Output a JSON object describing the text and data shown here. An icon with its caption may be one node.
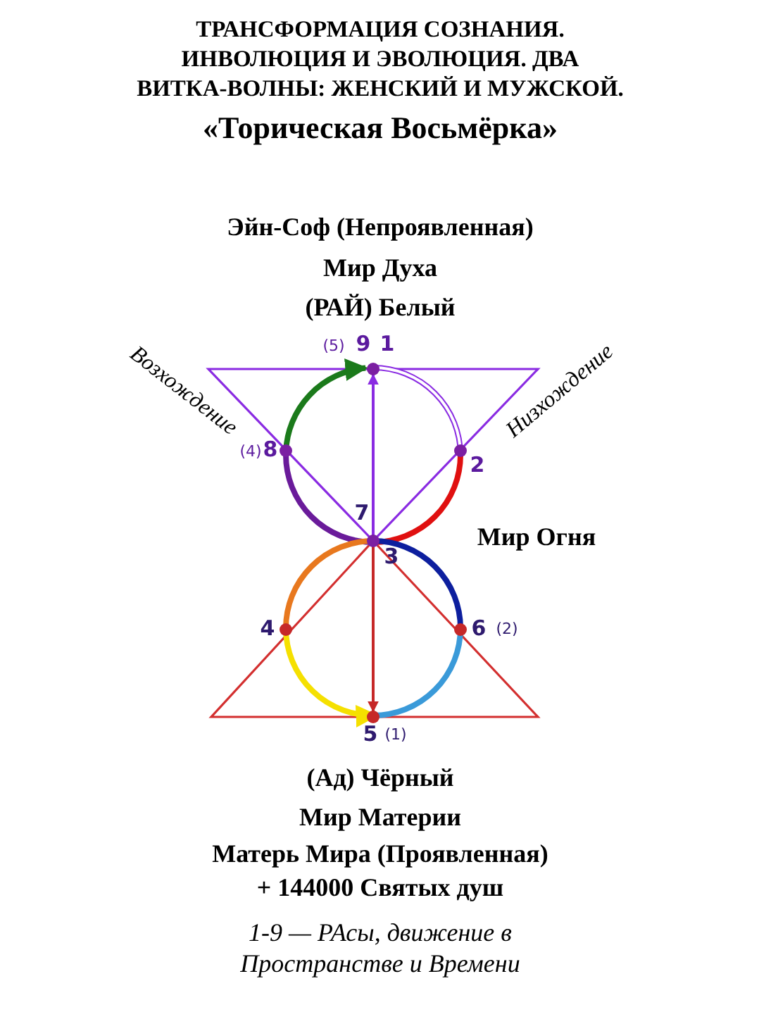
{
  "diagram": {
    "title": "ТРАНСФОРМАЦИЯ СОЗНАНИЯ. ИНВОЛЮЦИЯ И ЭВОЛЮЦИЯ. ДВА ВИТКА-ВОЛНЫ: ЖЕНСКИЙ И МУЖСКОЙ.",
    "caption": "1-9 — РАсы, движение в Пространстве и Времени",
    "labels": [
      "«Торическая Восьмёрка»",
      "Эйн-Соф (Непроявленная)",
      "Мир Духа",
      "(РАЙ) Белый",
      "Возхождение",
      "Низхождение",
      "(5)",
      "9",
      "1",
      "(4)",
      "8",
      "2",
      "7",
      "Мир Огня",
      "3",
      "4",
      "6",
      "(2)",
      "5",
      "(1)",
      "(Ад) Чёрный",
      "Мир Материи",
      "Матерь Мира (Проявленная)",
      "+ 144000 Святых душ"
    ]
  }
}
